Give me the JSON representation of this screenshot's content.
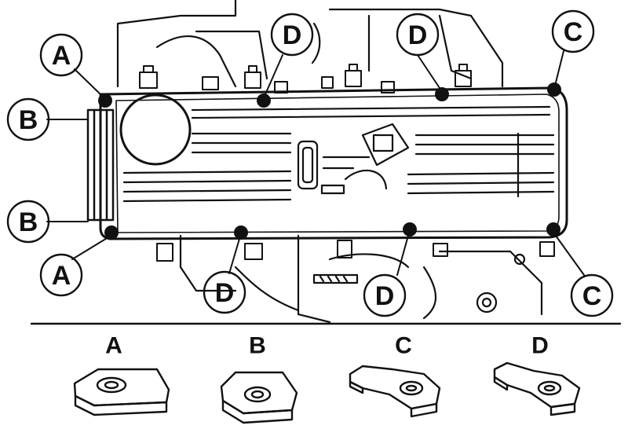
{
  "callouts": {
    "top_left_a": "A",
    "upper_left_b": "B",
    "lower_left_b": "B",
    "bottom_left_a": "A",
    "top_middle_d1": "D",
    "top_middle_d2": "D",
    "top_right_c": "C",
    "bottom_d1": "D",
    "bottom_d2": "D",
    "bottom_right_c": "C"
  },
  "parts": {
    "a": "A",
    "b": "B",
    "c": "C",
    "d": "D"
  },
  "colors": {
    "ink": "#111111",
    "paper": "#ffffff"
  }
}
